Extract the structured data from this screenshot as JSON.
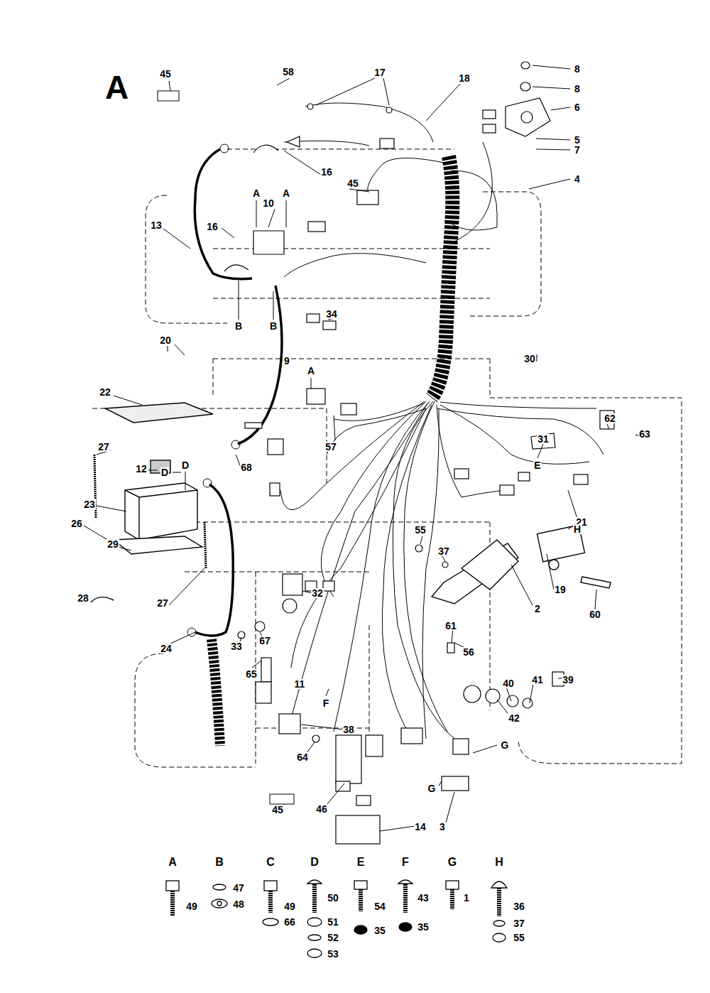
{
  "diagram": {
    "title": "A",
    "labels": [
      "45",
      "58",
      "17",
      "18",
      "8",
      "8",
      "6",
      "5",
      "7",
      "4",
      "13",
      "16",
      "16",
      "10",
      "45",
      "34",
      "9",
      "20",
      "22",
      "30",
      "27",
      "12",
      "68",
      "57",
      "31",
      "62",
      "63",
      "21",
      "23",
      "26",
      "29",
      "28",
      "27",
      "24",
      "55",
      "37",
      "19",
      "2",
      "60",
      "32",
      "33",
      "67",
      "61",
      "56",
      "39",
      "41",
      "40",
      "65",
      "11",
      "42",
      "38",
      "64",
      "46",
      "14",
      "3",
      "45",
      "A",
      "A",
      "B",
      "B",
      "A",
      "D",
      "D",
      "E",
      "H",
      "F",
      "G",
      "G",
      "A",
      "B",
      "C",
      "D",
      "E",
      "F",
      "G",
      "H",
      "49",
      "47",
      "48",
      "49",
      "66",
      "50",
      "51",
      "52",
      "53",
      "54",
      "35",
      "43",
      "35",
      "1",
      "36",
      "37",
      "55"
    ]
  }
}
